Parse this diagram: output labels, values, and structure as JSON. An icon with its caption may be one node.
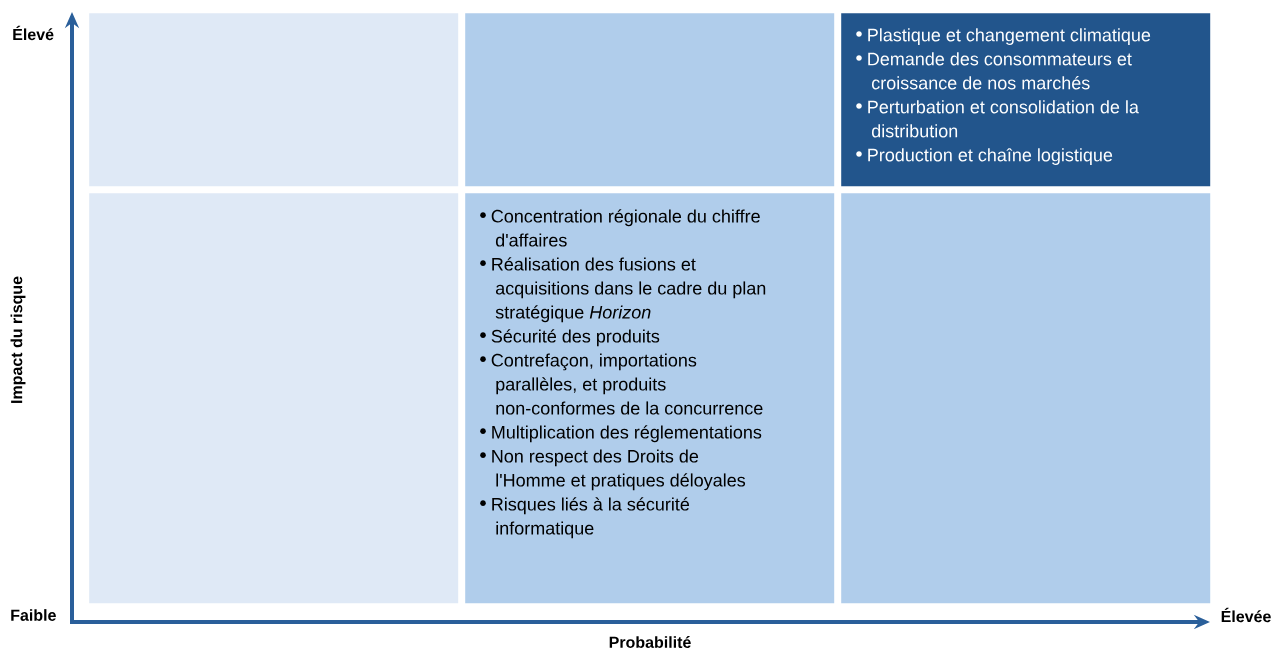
{
  "diagram": {
    "nodes": [
      {
        "text": [],
        "shape": "box"
      },
      {
        "text": [],
        "shape": "box"
      },
      {
        "text": [
          "Plastique et changement climatique",
          "Demande des consommateurs et croissance de nos marchés",
          "Perturbation et consolidation de la distribution",
          "Production et chaîne logistique"
        ]
      },
      {
        "text": [],
        "shape": "box"
      },
      {
        "text": [
          "Concentration régionale du chiffre d'affaires",
          "Réalisation des fusions et acquisitions dans le cadre du plan stratégique *Horizon*",
          "Sécurité des produits",
          "Contrefaçon, importations parallèles, et produits non-conformes de la concurrence",
          "Multiplication des réglementations",
          "Non respect des Droits de l'Homme et pratiques déloyales",
          "Risques liés à la sécurité informatique"
        ]
      },
      {
        "text": [],
        "shape": "box"
      }
    ],
    "labels": [
      "Élevé",
      "Impact du risque",
      "Faible",
      "Probabilité",
      "Élevée"
    ]
  }
}
